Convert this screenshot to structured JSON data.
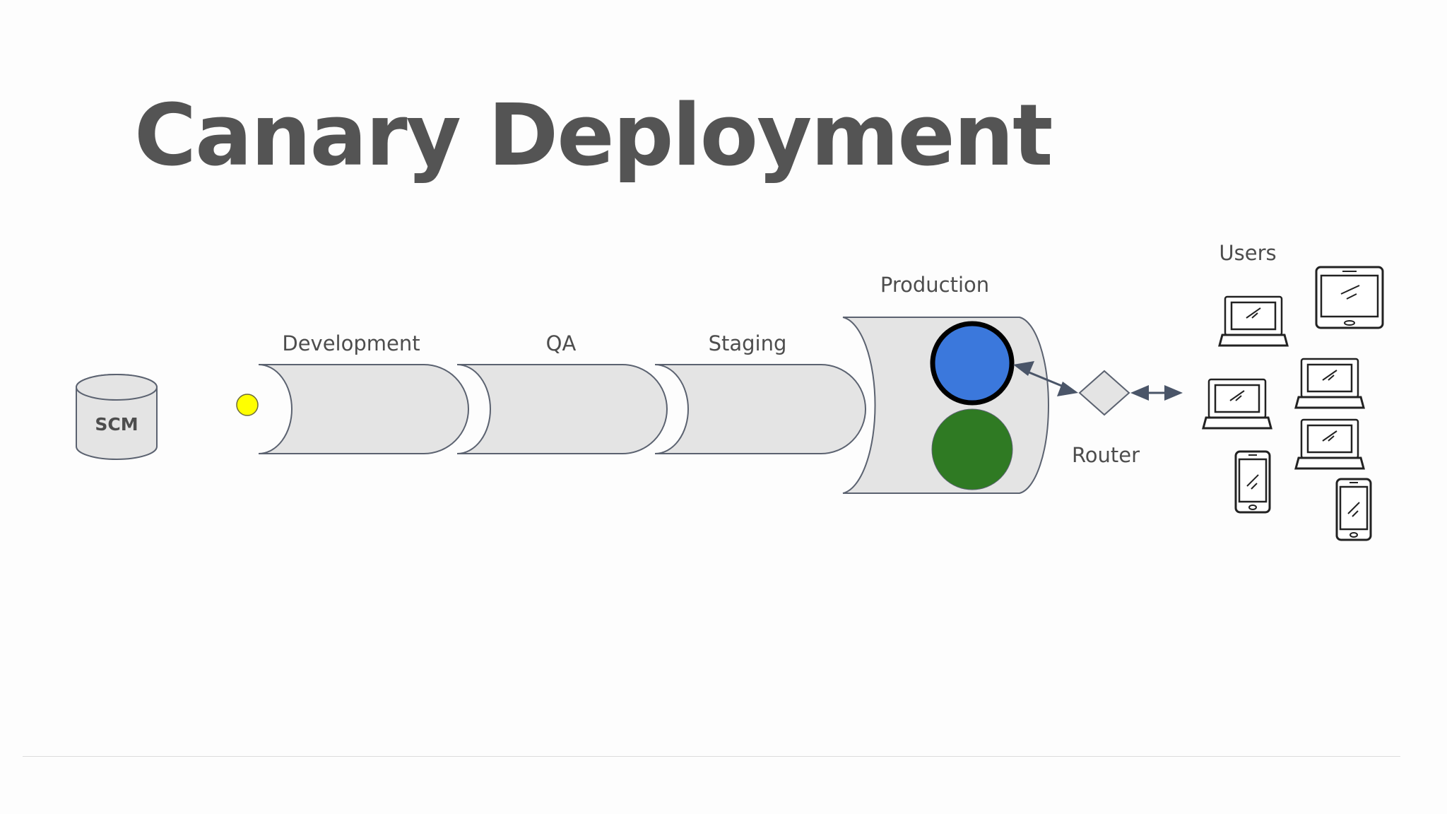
{
  "title": "Canary Deployment",
  "nodes": {
    "scm": "SCM",
    "development": "Development",
    "qa": "QA",
    "staging": "Staging",
    "production": "Production",
    "router": "Router",
    "users": "Users"
  },
  "colors": {
    "title_text": "#545454",
    "pipe_fill": "#e4e4e4",
    "outline": "#5b6270",
    "commit_dot": "#ffff00",
    "canary_instance": "#3b78dc",
    "stable_instance": "#2f7a23",
    "arrow": "#4a5568"
  },
  "icons": {
    "repository": "database-cylinder-icon",
    "commit": "commit-dot-icon",
    "router": "diamond-icon",
    "laptop": "laptop-icon",
    "tablet": "tablet-icon",
    "phone": "phone-icon"
  }
}
